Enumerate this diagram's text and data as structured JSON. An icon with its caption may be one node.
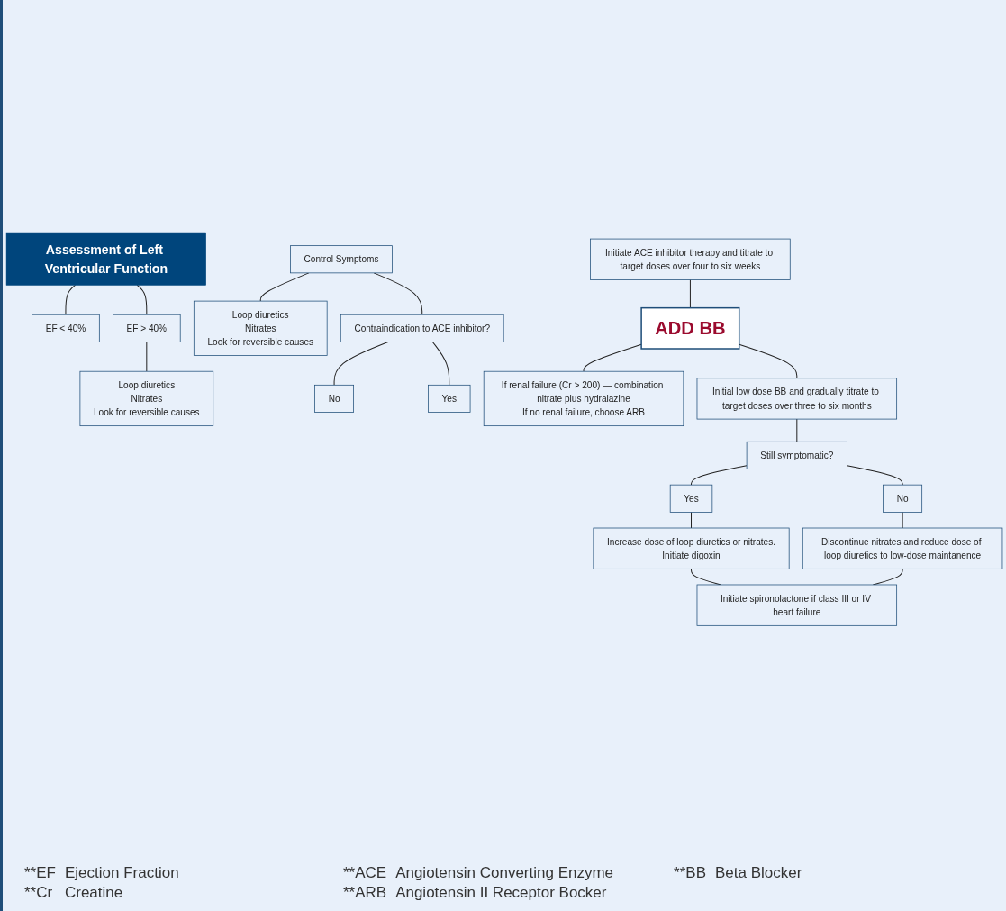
{
  "diagram": {
    "nodes": [
      {
        "text": [
          "Assessment of Left Ventricular Function"
        ]
      },
      {
        "text": [
          "EF < 40%"
        ]
      },
      {
        "text": [
          "EF > 40%"
        ]
      },
      {
        "text": [
          "Control Symptoms"
        ]
      },
      {
        "text": [
          "Loop diuretics",
          "Nitrates",
          "Look for reversible causes"
        ]
      },
      {
        "text": [
          "Loop diuretics",
          "Nitrates",
          "Look for reversible causes"
        ]
      },
      {
        "text": [
          "Contraindication to ACE inhibitor?"
        ]
      },
      {
        "text": [
          "No"
        ]
      },
      {
        "text": [
          "Yes"
        ]
      },
      {
        "text": [
          "Initiate ACE inhibitor therapy and titrate to target doses over four to six weeks"
        ]
      },
      {
        "text": [
          "ADD BB"
        ]
      },
      {
        "text": [
          "If renal failure (Cr > 200) — combination nitrate plus hydralazine",
          "If no renal failure, choose ARB"
        ]
      },
      {
        "text": [
          "Initial low dose BB and gradually titrate to target doses over three to six months"
        ]
      },
      {
        "text": [
          "Still symptomatic?"
        ]
      },
      {
        "text": [
          "Yes"
        ]
      },
      {
        "text": [
          "No"
        ]
      },
      {
        "text": [
          "Increase dose of loop diuretics or nitrates.",
          "Initiate digoxin"
        ]
      },
      {
        "text": [
          "Discontinue nitrates and reduce dose of loop diuretics to low-dose maintanence"
        ]
      },
      {
        "text": [
          "Initiate spironolactone if class III or IV heart failure"
        ]
      }
    ],
    "edges": [
      {
        "from": 0,
        "to": 1,
        "arrow": "none"
      },
      {
        "from": 0,
        "to": 2,
        "arrow": "none"
      },
      {
        "from": 3,
        "to": 4,
        "arrow": "none"
      },
      {
        "from": 2,
        "to": 5,
        "arrow": "none"
      },
      {
        "from": 3,
        "to": 6,
        "arrow": "none"
      },
      {
        "from": 6,
        "to": 7,
        "arrow": "none"
      },
      {
        "from": 6,
        "to": 8,
        "arrow": "none"
      },
      {
        "from": 9,
        "to": 10,
        "arrow": "none"
      },
      {
        "from": 10,
        "to": 11,
        "arrow": "none"
      },
      {
        "from": 10,
        "to": 12,
        "arrow": "none"
      },
      {
        "from": 12,
        "to": 13,
        "arrow": "none"
      },
      {
        "from": 13,
        "to": 14,
        "arrow": "none"
      },
      {
        "from": 13,
        "to": 15,
        "arrow": "none"
      },
      {
        "from": 14,
        "to": 16,
        "arrow": "none"
      },
      {
        "from": 15,
        "to": 17,
        "arrow": "none"
      },
      {
        "from": 16,
        "to": 18,
        "arrow": "none"
      },
      {
        "from": 17,
        "to": 18,
        "arrow": "none"
      }
    ],
    "labels": [
      "**EF",
      "Ejection Fraction",
      "**ACE",
      "Angiotensin Converting Enzyme",
      "**BB",
      "Beta Blocker",
      "**Cr",
      "Creatine",
      "**ARB",
      "Angiotensin II Receptor Bocker"
    ]
  }
}
